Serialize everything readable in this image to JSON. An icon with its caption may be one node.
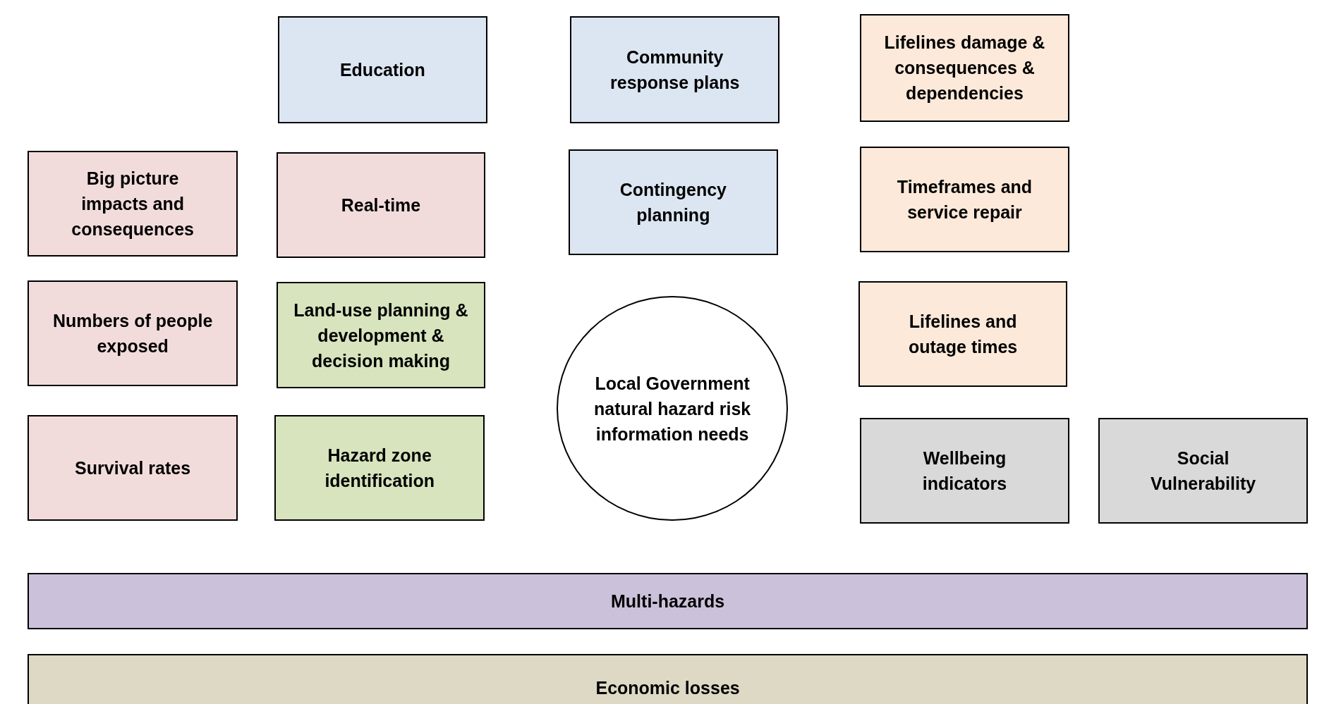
{
  "diagram": {
    "nodes": [
      {
        "text": [
          "Education"
        ]
      },
      {
        "text": [
          "Community response plans"
        ]
      },
      {
        "text": [
          "Lifelines damage & consequences & dependencies"
        ]
      },
      {
        "text": [
          "Big picture impacts and consequences"
        ]
      },
      {
        "text": [
          "Real-time"
        ]
      },
      {
        "text": [
          "Contingency planning"
        ]
      },
      {
        "text": [
          "Timeframes and service repair"
        ]
      },
      {
        "text": [
          "Numbers of people exposed"
        ]
      },
      {
        "text": [
          "Land-use planning & development & decision making"
        ]
      },
      {
        "text": [
          "Lifelines and outage times"
        ]
      },
      {
        "text": [
          "Local Government natural hazard risk information needs"
        ]
      },
      {
        "text": [
          "Survival rates"
        ]
      },
      {
        "text": [
          "Hazard zone identification"
        ]
      },
      {
        "text": [
          "Wellbeing indicators"
        ]
      },
      {
        "text": [
          "Social Vulnerability"
        ]
      },
      {
        "text": [
          "Multi-hazards"
        ]
      },
      {
        "text": [
          "Economic losses"
        ]
      }
    ]
  }
}
